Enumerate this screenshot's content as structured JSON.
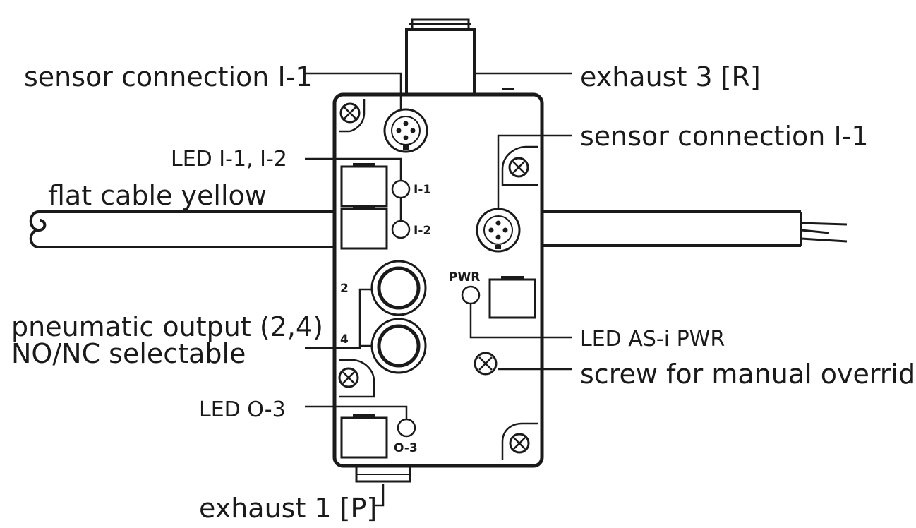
{
  "labels": {
    "sensor_conn_left": "sensor connection I-1",
    "exhaust_3": "exhaust 3 [R]",
    "sensor_conn_right": "sensor connection I-1",
    "led_i1_i2": "LED I-1, I-2",
    "flat_cable": "flat cable yellow",
    "pneumatic_output_line1": "pneumatic output (2,4)",
    "pneumatic_output_line2": "NO/NC selectable",
    "led_as_i_pwr": "LED AS-i PWR",
    "screw_override": "screw for manual override",
    "led_o3": "LED O-3",
    "exhaust_1": "exhaust 1 [P]"
  },
  "device_marks": {
    "i1": "I-1",
    "i2": "I-2",
    "port_2": "2",
    "port_4": "4",
    "pwr": "PWR",
    "o3": "O-3"
  }
}
